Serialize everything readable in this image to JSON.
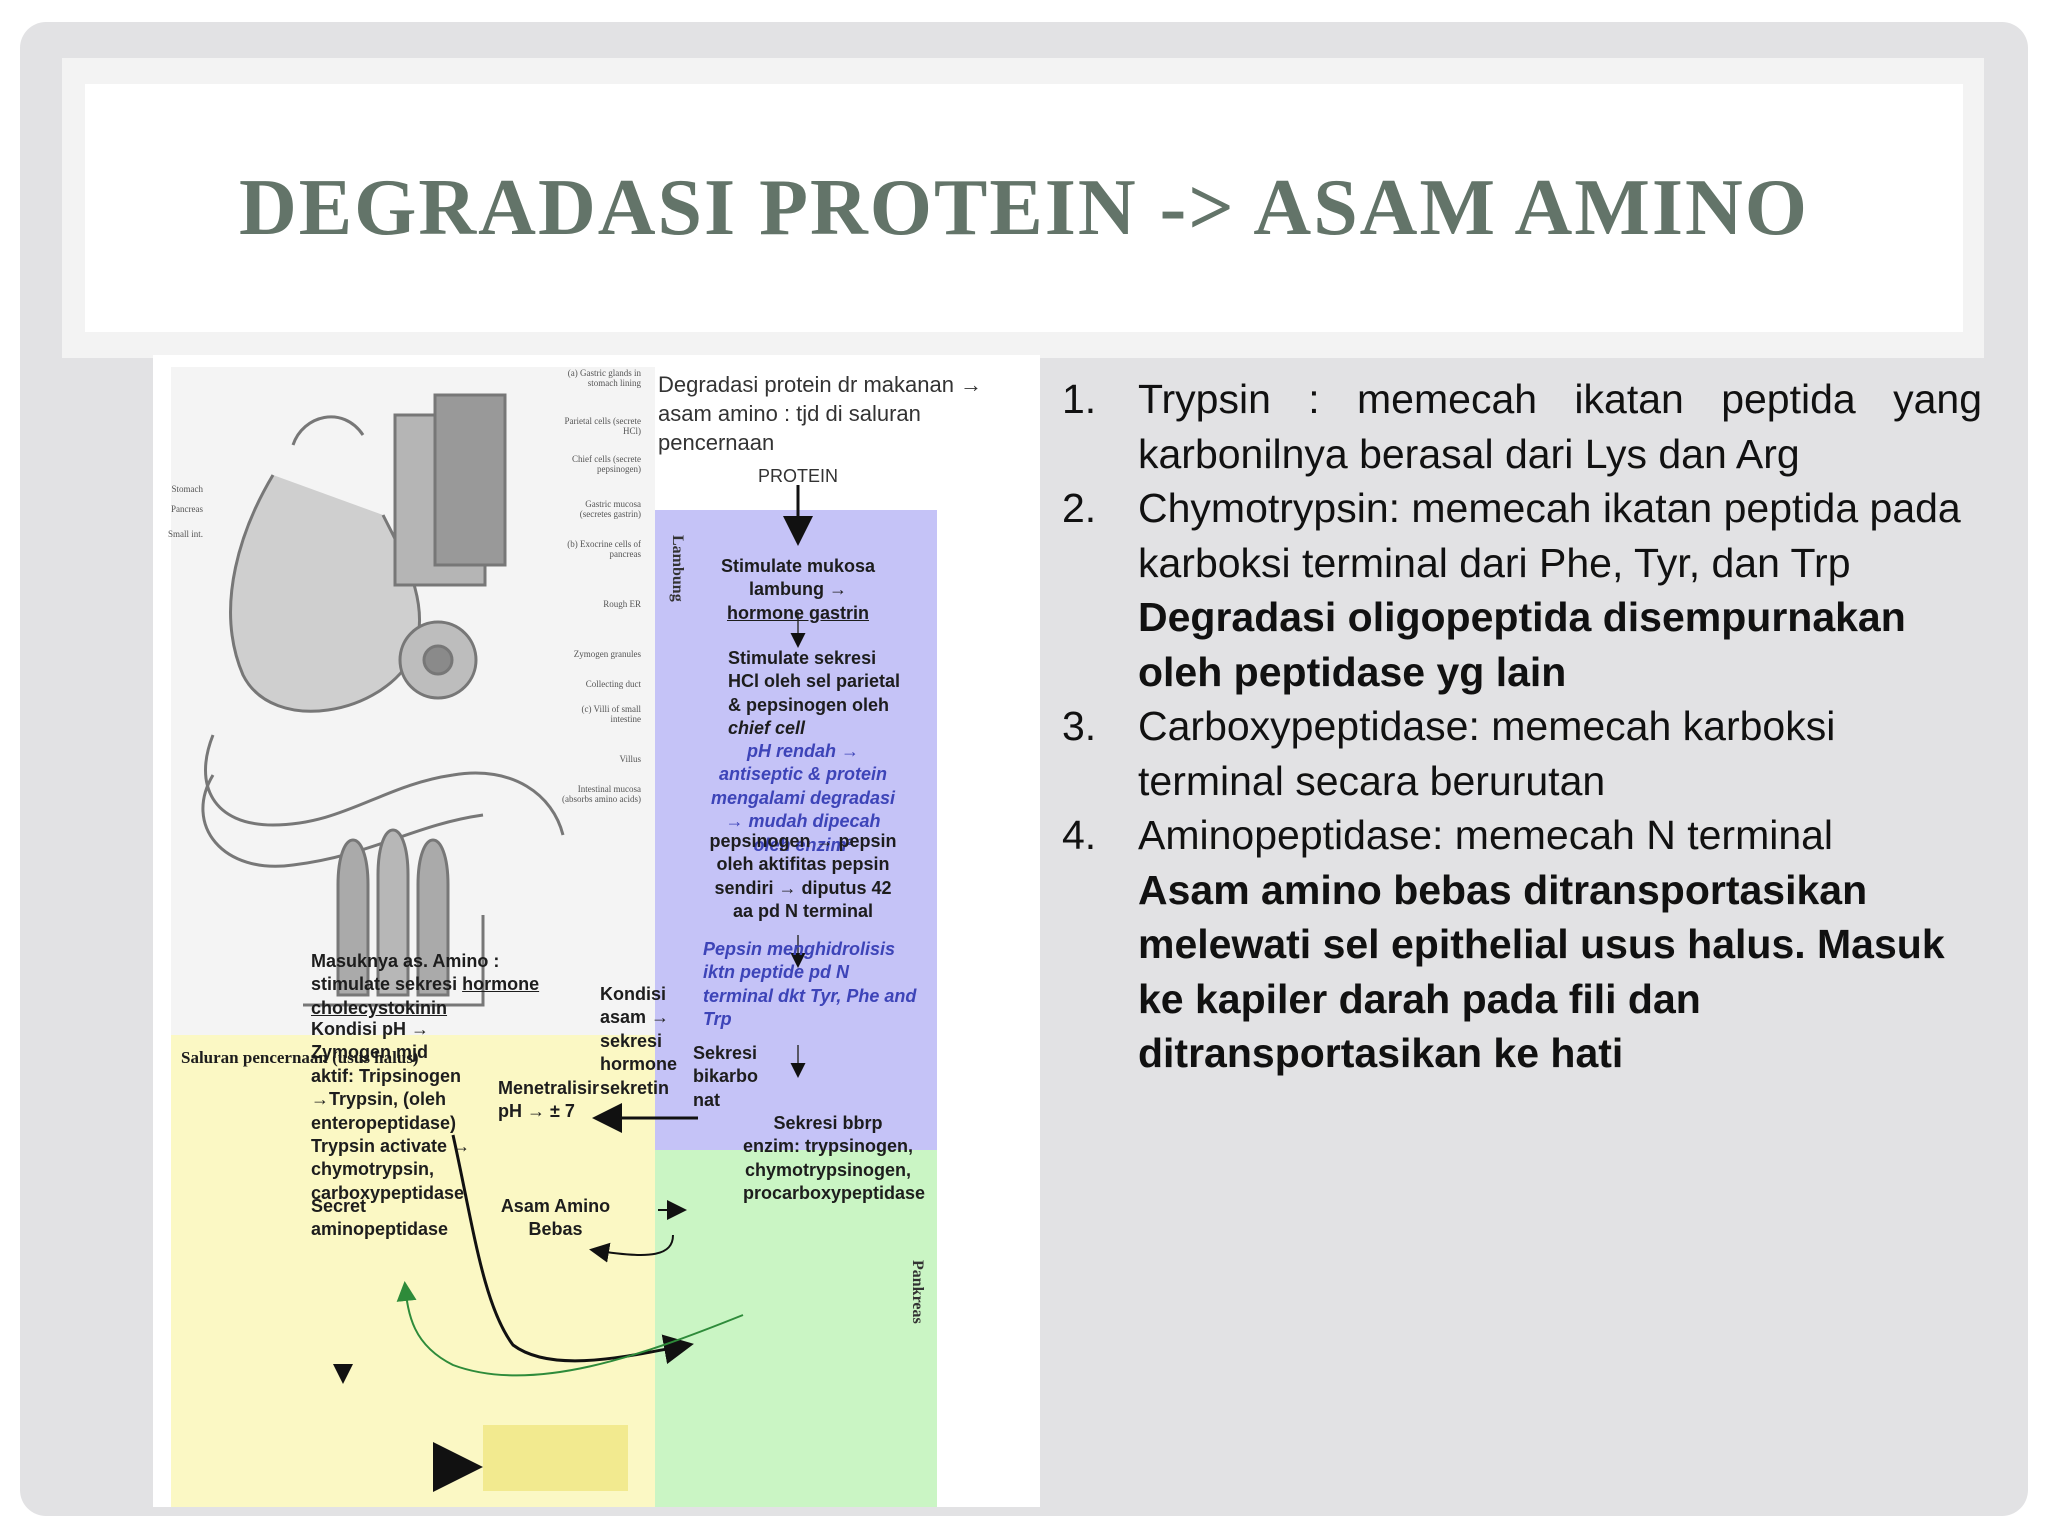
{
  "title": "DEGRADASI PROTEIN -> ASAM AMINO",
  "figure": {
    "intro": "Degradasi protein dr makanan → asam amino : tjd di saluran pencernaan",
    "protein": "PROTEIN",
    "lambung_label": "Lambung",
    "pankreas_label": "Pankreas",
    "usus_label": "Saluran pencernaan (usus halus)",
    "stim_mukosa": "Stimulate mukosa lambung →",
    "hormone_gastrin": "hormone gastrin",
    "stim_hcl": "Stimulate sekresi HCl oleh sel parietal & pepsinogen oleh",
    "chief_cell": "chief cell",
    "ph_rendah": "pH rendah → antiseptic & protein mengalami degradasi → mudah dipecah oleh enzim²",
    "pepsinogen": "pepsinogen → pepsin oleh aktifitas pepsin sendiri → diputus 42 aa pd N terminal",
    "pepsin_hidrolisis": "Pepsin menghidrolisis iktn peptide pd N terminal dkt Tyr, Phe and Trp",
    "masuknya": "Masuknya as. Amino : stimulate sekresi",
    "hormone_cck": "hormone cholecystokinin",
    "kondisi_asam": "Kondisi asam → sekresi hormone sekretin",
    "sekresi_bikarbonat": "Sekresi bikarbo nat",
    "kondisi_ph": "Kondisi pH → Zymogen mjd aktif: Tripsinogen →Trypsin, (oleh enteropeptidase) Trypsin activate → chymotrypsin, carboxypeptidase",
    "menetralisir": "Menetralisir pH → ± 7",
    "sekresi_enzim": "Sekresi bbrp enzim: trypsinogen, chymotrypsinogen, procarboxypeptidase",
    "secret_amino": "Secret aminopeptidase",
    "asam_amino_bebas": "Asam Amino Bebas",
    "anat": {
      "a": "(a) Gastric glands in stomach lining",
      "parietal": "Parietal cells (secrete HCl)",
      "chief": "Chief cells (secrete pepsinogen)",
      "mucosa": "Gastric mucosa (secretes gastrin)",
      "b": "(b) Exocrine cells of pancreas",
      "rough": "Rough ER",
      "zymogen": "Zymogen granules",
      "collecting": "Collecting duct",
      "c": "(c) Villi of small intestine",
      "villus": "Villus",
      "intestinal": "Intestinal mucosa (absorbs amino acids)",
      "stomach": "Stomach",
      "pancreas": "Pancreas",
      "small": "Small int."
    }
  },
  "list": {
    "i1_num": "1.",
    "i1": "Trypsin : memecah ikatan peptida yang karbonilnya berasal dari Lys dan Arg",
    "i2_num": "2.",
    "i2": "Chymotrypsin: memecah ikatan peptida pada karboksi terminal dari Phe, Tyr, dan Trp",
    "i2_bold": "Degradasi oligopeptida disempurnakan oleh peptidase yg lain",
    "i3_num": "3.",
    "i3": "Carboxypeptidase: memecah karboksi terminal secara berurutan",
    "i4_num": "4.",
    "i4": "Aminopeptidase: memecah N terminal",
    "i4_bold": "Asam amino bebas ditransportasikan melewati sel epithelial usus halus. Masuk ke kapiler darah pada fili dan ditransportasikan ke hati"
  }
}
